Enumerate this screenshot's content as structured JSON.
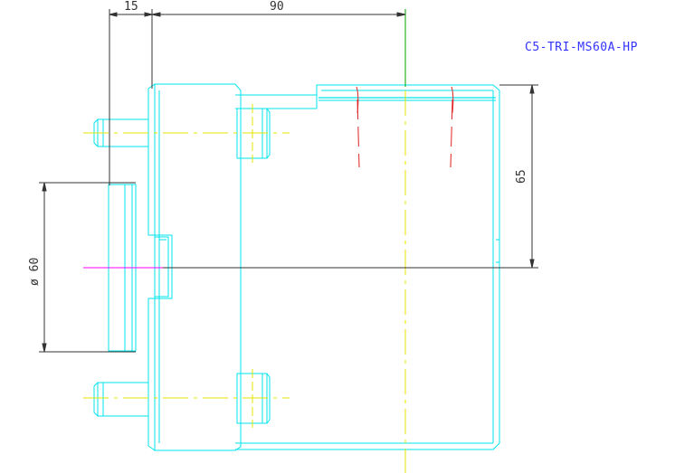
{
  "part_number": "C5-TRI-MS60A-HP",
  "dimensions": {
    "top_left": "15",
    "top_width": "90",
    "right_height": "65",
    "left_diameter": "ø 60"
  },
  "colors": {
    "outline": "#00e5ee",
    "dimension": "#333333",
    "centerline": "#e6e600",
    "hidden": "#e02020",
    "label": "#3333ff",
    "magenta": "#ff00ff",
    "green": "#00a000"
  }
}
